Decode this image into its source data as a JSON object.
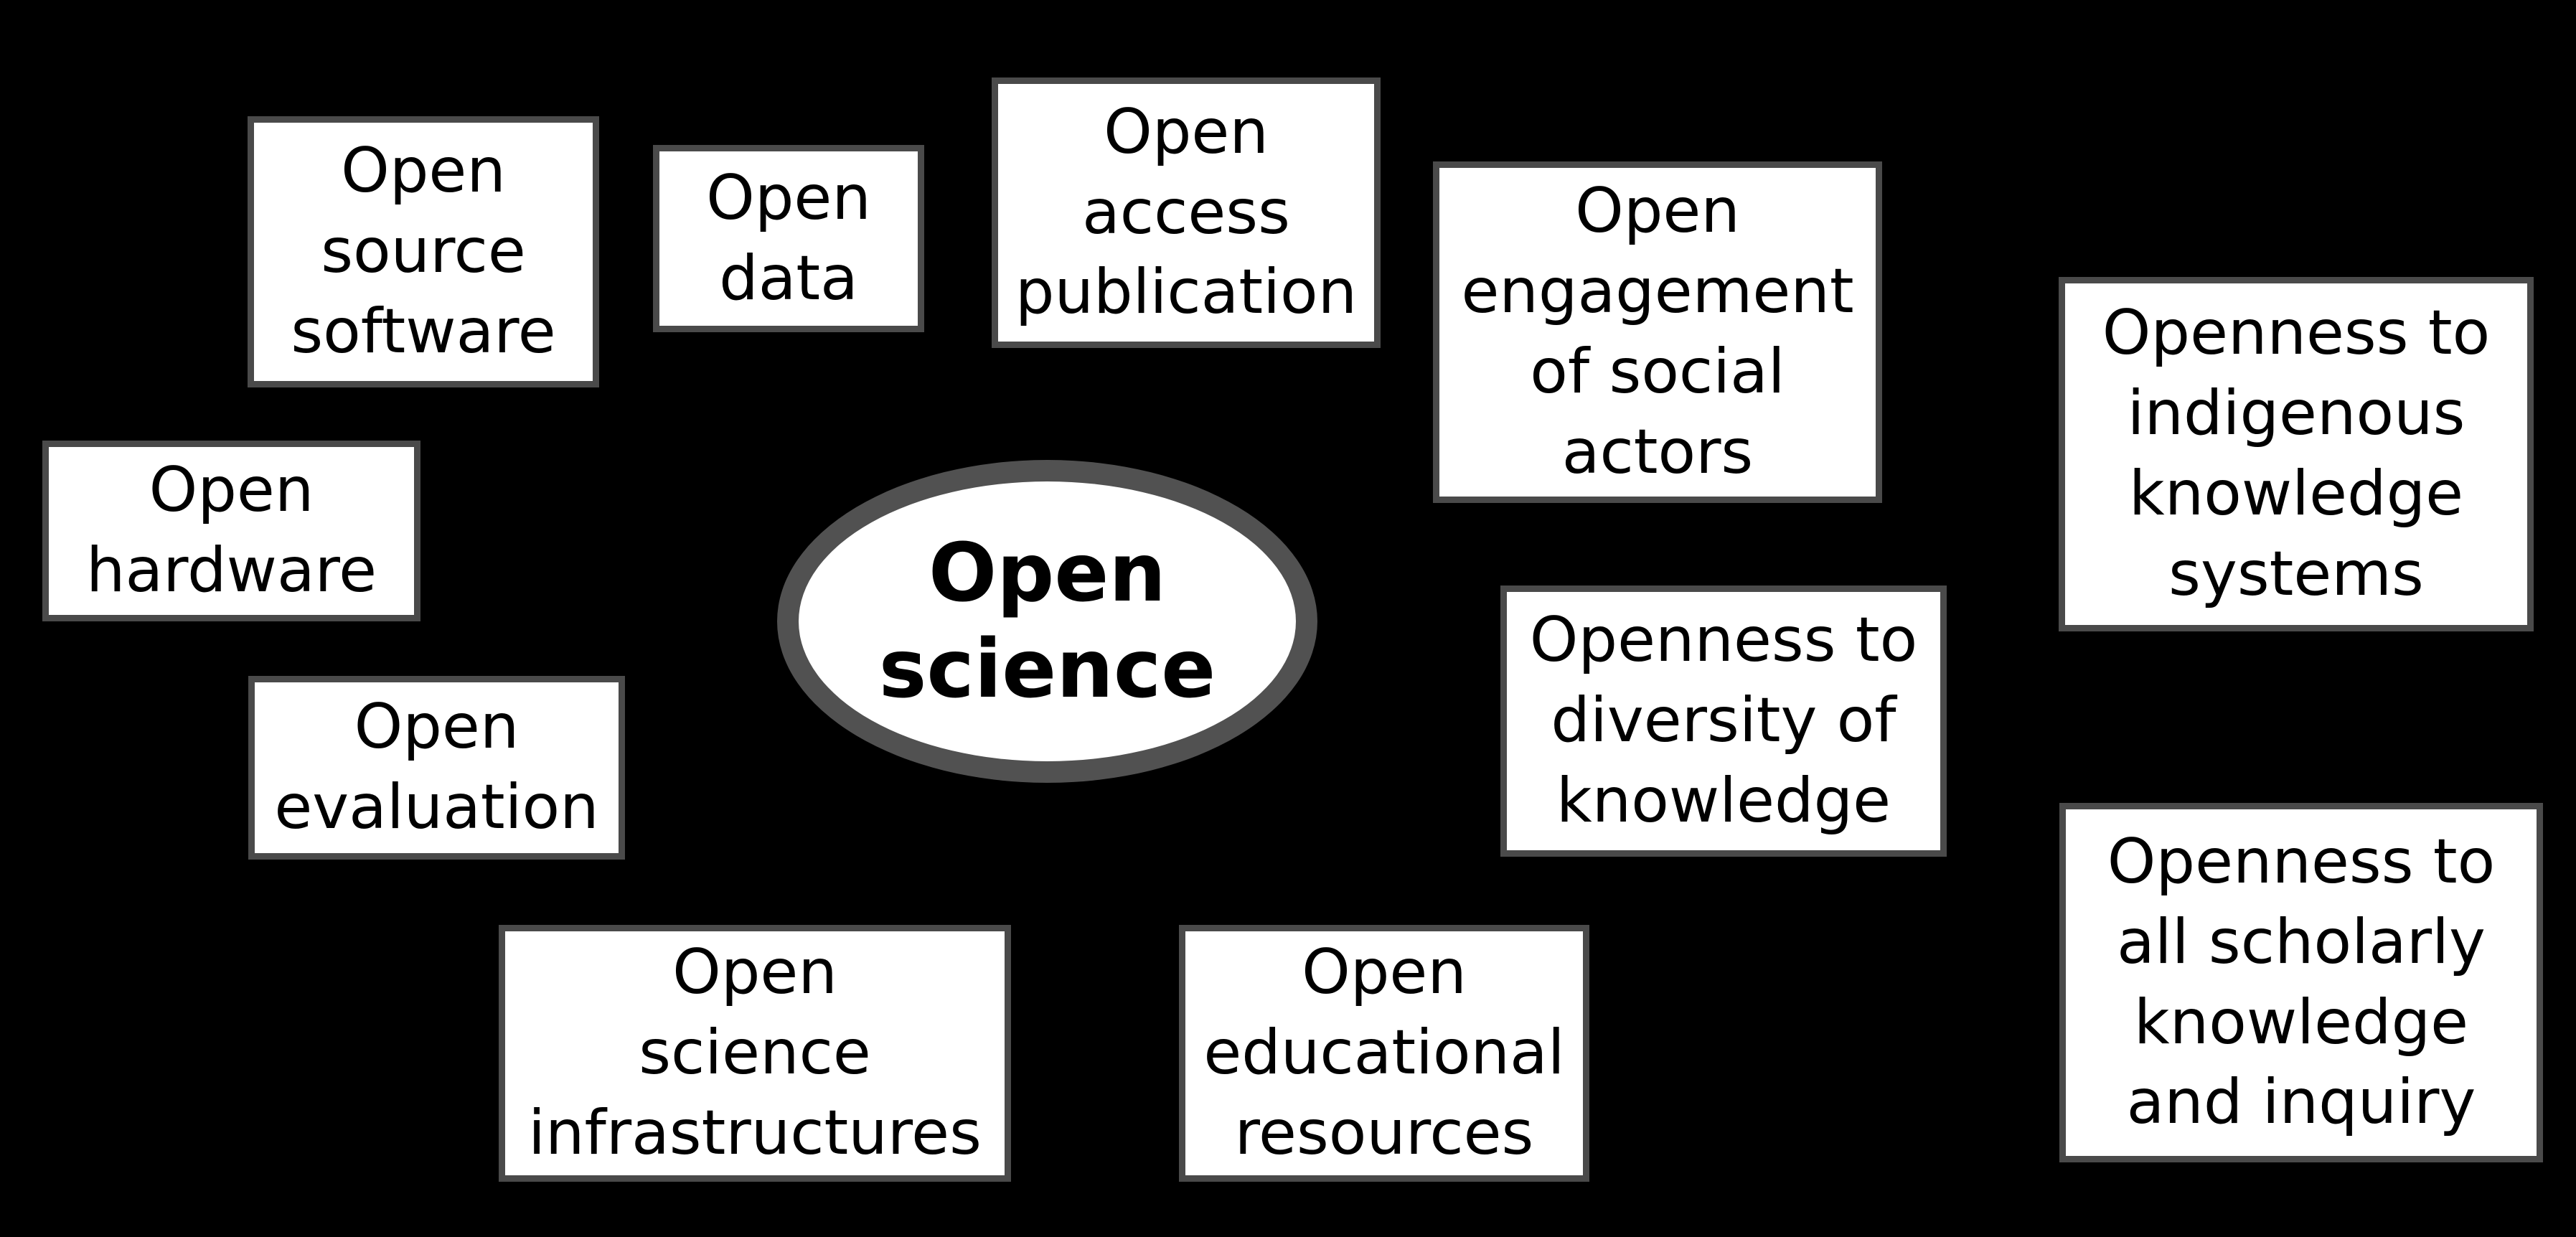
{
  "diagram": {
    "background_color": "#000000",
    "box_fill_color": "#ffffff",
    "box_border_color": "#4a4a4a",
    "ellipse_border_color": "#515151",
    "text_color": "#000000",
    "center": {
      "label": "Open\nscience"
    },
    "pillars": [
      {
        "id": "open-source-software",
        "label": "Open\nsource\nsoftware"
      },
      {
        "id": "open-data",
        "label": "Open\ndata"
      },
      {
        "id": "open-access-publication",
        "label": "Open\naccess\npublication"
      },
      {
        "id": "open-engagement-of-social-actors",
        "label": "Open\nengagement\nof social\nactors"
      },
      {
        "id": "openness-to-indigenous-knowledge-systems",
        "label": "Openness to\nindigenous\nknowledge\nsystems"
      },
      {
        "id": "open-hardware",
        "label": "Open\nhardware"
      },
      {
        "id": "openness-to-diversity-of-knowledge",
        "label": "Openness to\ndiversity of\nknowledge"
      },
      {
        "id": "open-evaluation",
        "label": "Open\nevaluation"
      },
      {
        "id": "openness-to-all-scholarly-knowledge-and-inquiry",
        "label": "Openness to\nall scholarly\nknowledge\nand inquiry"
      },
      {
        "id": "open-science-infrastructures",
        "label": "Open\nscience\ninfrastructures"
      },
      {
        "id": "open-educational-resources",
        "label": "Open\neducational\nresources"
      }
    ]
  }
}
